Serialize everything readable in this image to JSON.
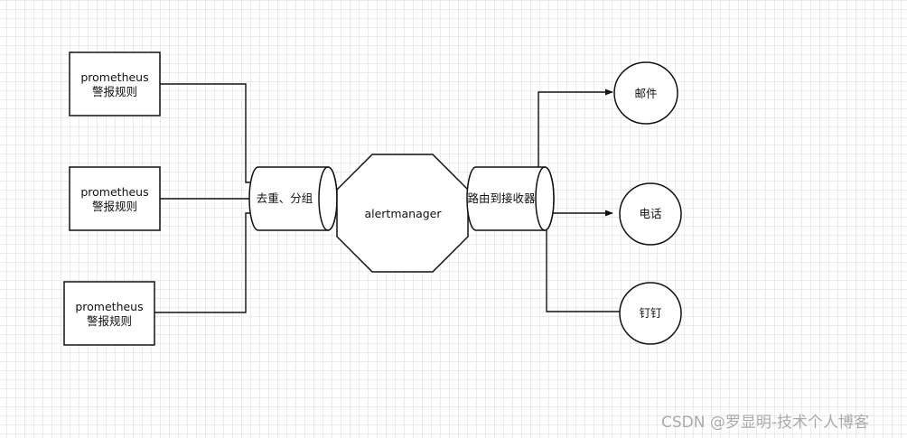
{
  "diagram": {
    "sources": [
      {
        "line1": "prometheus",
        "line2": "警报规则"
      },
      {
        "line1": "prometheus",
        "line2": "警报规则"
      },
      {
        "line1": "prometheus",
        "line2": "警报规则"
      }
    ],
    "dedup_label": "去重、分组",
    "center_label": "alertmanager",
    "router_label": "路由到接收器",
    "receivers": [
      {
        "label": "邮件"
      },
      {
        "label": "电话"
      },
      {
        "label": "钉钉"
      }
    ]
  },
  "watermark": "CSDN @罗显明-技术个人博客"
}
